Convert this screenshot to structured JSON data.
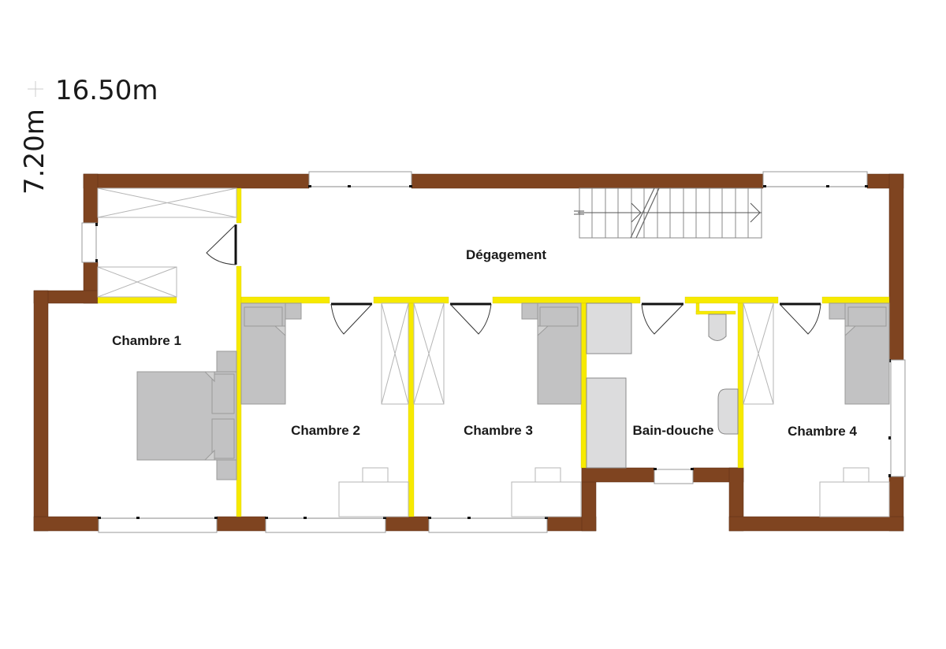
{
  "plan": {
    "dimensions": {
      "width_label": "16.50m",
      "height_label": "7.20m"
    },
    "rooms": [
      {
        "id": "degagement",
        "label": "Dégagement"
      },
      {
        "id": "chambre-1",
        "label": "Chambre 1"
      },
      {
        "id": "chambre-2",
        "label": "Chambre 2"
      },
      {
        "id": "chambre-3",
        "label": "Chambre 3"
      },
      {
        "id": "bain-douche",
        "label": "Bain-douche"
      },
      {
        "id": "chambre-4",
        "label": "Chambre 4"
      }
    ],
    "colors": {
      "exterior_wall": "#7f4420",
      "interior_partition": "#f7ea00",
      "furniture": "#c2c2c3",
      "sanitary": "#dcdcdd",
      "window": "#ffffff"
    }
  }
}
